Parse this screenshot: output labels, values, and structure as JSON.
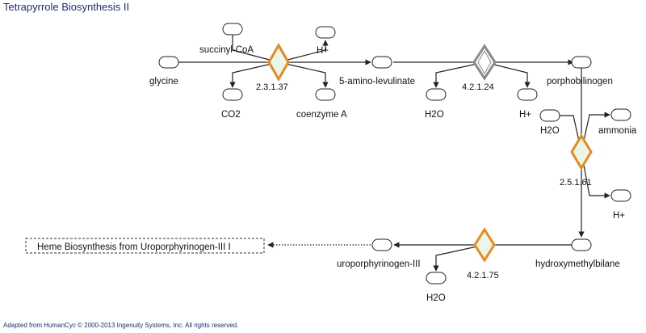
{
  "title": "Tetrapyrrole Biosynthesis II",
  "footer": "Adapted from HumanCyc © 2000-2013 Ingenuity Systems, Inc. All rights reserved.",
  "colors": {
    "title": "#1f2a7a",
    "enzyme_orange": "#e8891e",
    "enzyme_fill": "#eaf6ea",
    "enzyme_gray": "#8a8a8a",
    "edge": "#222222"
  },
  "compounds": {
    "glycine": "glycine",
    "succinyl_coa": "succinyl-CoA",
    "h_plus_1": "H+",
    "co2": "CO2",
    "coenzyme_a": "coenzyme A",
    "ala": "5-amino-levulinate",
    "h2o_1": "H2O",
    "h_plus_2": "H+",
    "porphobilinogen": "porphobilinogen",
    "h2o_2": "H2O",
    "ammonia": "ammonia",
    "h_plus_3": "H+",
    "hydroxymethylbilane": "hydroxymethylbilane",
    "uroporphyrinogen": "uroporphyrinogen-III",
    "h2o_3": "H2O"
  },
  "enzymes": {
    "e1": "2.3.1.37",
    "e2": "4.2.1.24",
    "e3": "2.5.1.61",
    "e4": "4.2.1.75"
  },
  "pathway_link": "Heme Biosynthesis from Uroporphyrinogen-III I"
}
